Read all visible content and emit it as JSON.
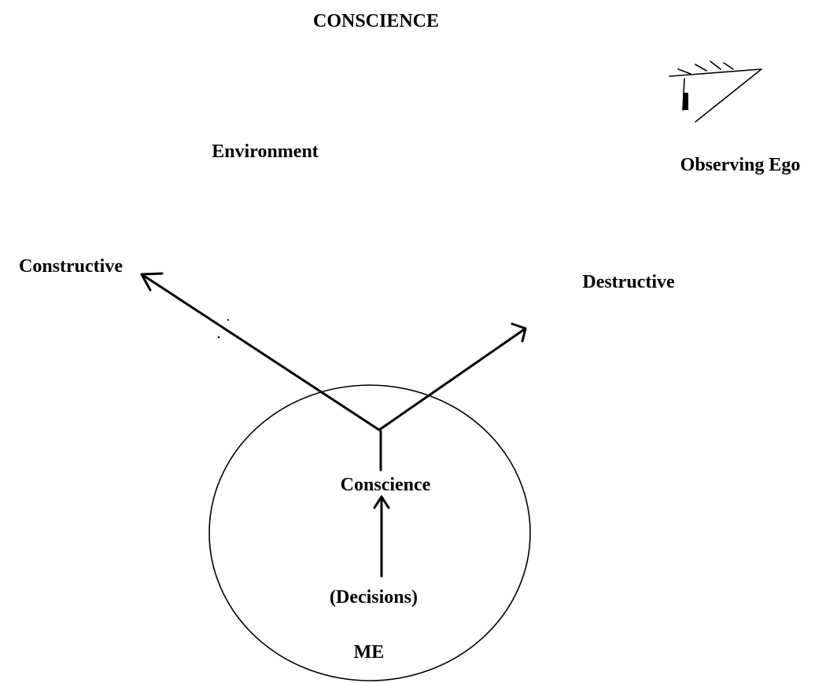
{
  "diagram": {
    "title": "CONSCIENCE",
    "labels": {
      "environment": "Environment",
      "observing_ego": "Observing Ego",
      "constructive": "Constructive",
      "destructive": "Destructive",
      "conscience": "Conscience",
      "decisions": "(Decisions)",
      "me": "ME"
    },
    "icons": {
      "observing_ego": "eye-icon"
    },
    "colors": {
      "ink": "#000000",
      "background": "#ffffff"
    }
  }
}
